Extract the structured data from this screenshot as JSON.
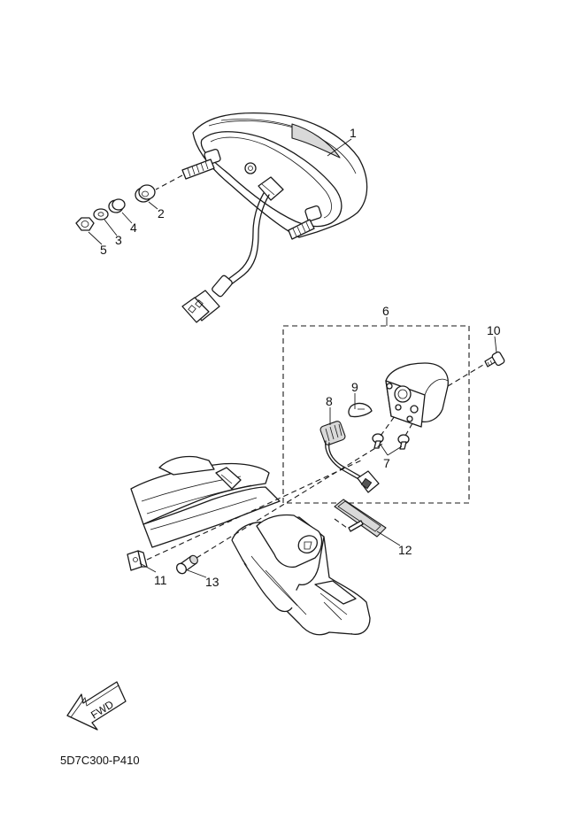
{
  "callouts": [
    {
      "id": "1",
      "label": "1"
    },
    {
      "id": "2",
      "label": "2"
    },
    {
      "id": "3",
      "label": "3"
    },
    {
      "id": "4",
      "label": "4"
    },
    {
      "id": "5",
      "label": "5"
    },
    {
      "id": "6",
      "label": "6"
    },
    {
      "id": "7",
      "label": "7"
    },
    {
      "id": "8",
      "label": "8"
    },
    {
      "id": "9",
      "label": "9"
    },
    {
      "id": "10",
      "label": "10"
    },
    {
      "id": "11",
      "label": "11"
    },
    {
      "id": "12",
      "label": "12"
    },
    {
      "id": "13",
      "label": "13"
    }
  ],
  "fwd_label": "FWD",
  "diagram_code": "5D7C300-P410"
}
